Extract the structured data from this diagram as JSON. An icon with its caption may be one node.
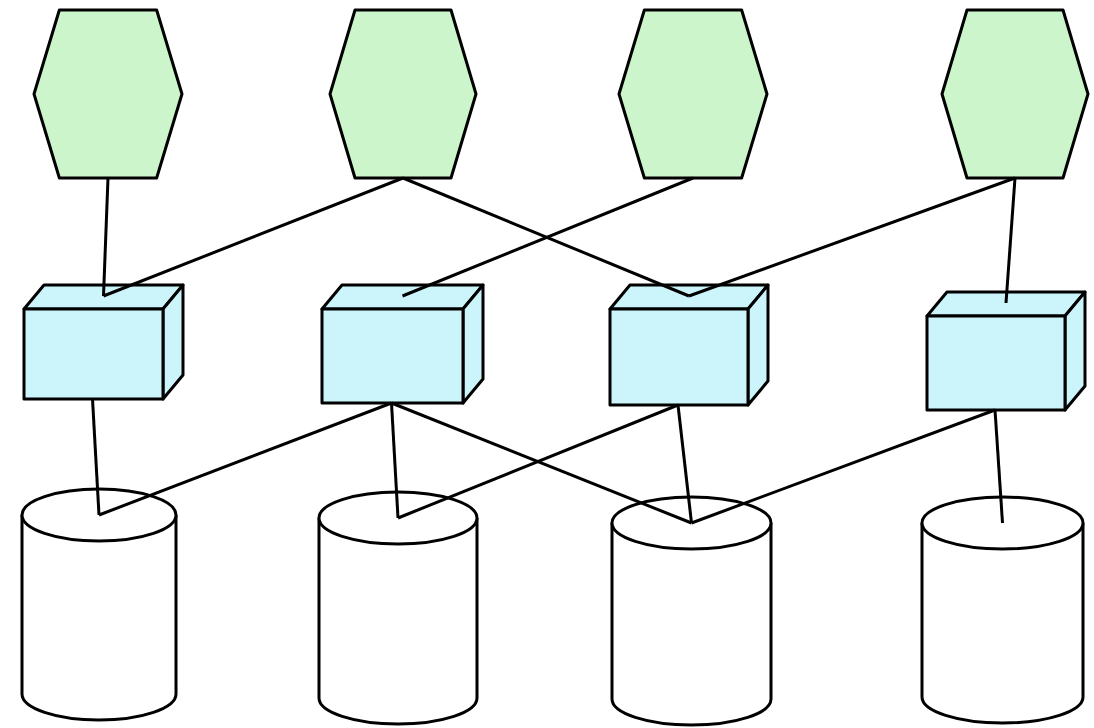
{
  "diagram": {
    "nodes": [
      {
        "text": [],
        "shape": "hexagon"
      },
      {
        "text": [],
        "shape": "hexagon"
      },
      {
        "text": [],
        "shape": "hexagon"
      },
      {
        "text": [],
        "shape": "hexagon"
      },
      {
        "text": [],
        "shape": "cube"
      },
      {
        "text": [],
        "shape": "cube"
      },
      {
        "text": [],
        "shape": "cube"
      },
      {
        "text": [],
        "shape": "cube"
      },
      {
        "text": [],
        "shape": "cylinder"
      },
      {
        "text": [],
        "shape": "cylinder"
      },
      {
        "text": [],
        "shape": "cylinder"
      },
      {
        "text": [],
        "shape": "cylinder"
      }
    ],
    "edges": [
      {
        "from": 0,
        "to": 4,
        "arrow": "none"
      },
      {
        "from": 1,
        "to": 4,
        "arrow": "none"
      },
      {
        "from": 1,
        "to": 6,
        "arrow": "none"
      },
      {
        "from": 2,
        "to": 5,
        "arrow": "none"
      },
      {
        "from": 3,
        "to": 6,
        "arrow": "none"
      },
      {
        "from": 3,
        "to": 7,
        "arrow": "none"
      },
      {
        "from": 4,
        "to": 8,
        "arrow": "none"
      },
      {
        "from": 5,
        "to": 8,
        "arrow": "none"
      },
      {
        "from": 5,
        "to": 9,
        "arrow": "none"
      },
      {
        "from": 5,
        "to": 10,
        "arrow": "none"
      },
      {
        "from": 6,
        "to": 9,
        "arrow": "none"
      },
      {
        "from": 6,
        "to": 10,
        "arrow": "none"
      },
      {
        "from": 7,
        "to": 10,
        "arrow": "none"
      },
      {
        "from": 7,
        "to": 11,
        "arrow": "none"
      }
    ]
  }
}
